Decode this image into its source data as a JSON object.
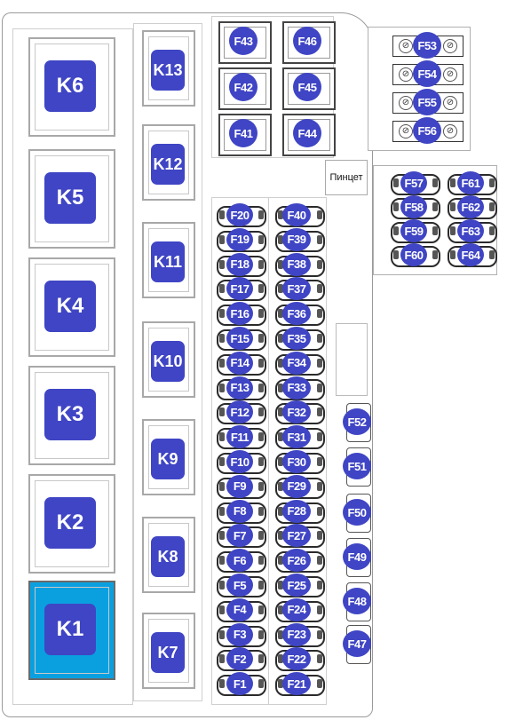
{
  "relays_large": [
    {
      "id": "K6",
      "active": false
    },
    {
      "id": "K5",
      "active": false
    },
    {
      "id": "K4",
      "active": false
    },
    {
      "id": "K3",
      "active": false
    },
    {
      "id": "K2",
      "active": false
    },
    {
      "id": "K1",
      "active": true
    }
  ],
  "relays_small": [
    "K13",
    "K12",
    "K11",
    "K10",
    "K9",
    "K8",
    "K7"
  ],
  "fuses_top": [
    [
      "F43",
      "F46"
    ],
    [
      "F42",
      "F45"
    ],
    [
      "F41",
      "F44"
    ]
  ],
  "fuses_cartridge": [
    "F53",
    "F54",
    "F55",
    "F56"
  ],
  "fuses_mini": [
    [
      "F57",
      "F61"
    ],
    [
      "F58",
      "F62"
    ],
    [
      "F59",
      "F63"
    ],
    [
      "F60",
      "F64"
    ]
  ],
  "fuses_left_column": [
    "F20",
    "F19",
    "F18",
    "F17",
    "F16",
    "F15",
    "F14",
    "F13",
    "F12",
    "F11",
    "F10",
    "F9",
    "F8",
    "F7",
    "F6",
    "F5",
    "F4",
    "F3",
    "F2",
    "F1"
  ],
  "fuses_right_column": [
    "F40",
    "F39",
    "F38",
    "F37",
    "F36",
    "F35",
    "F34",
    "F33",
    "F32",
    "F31",
    "F30",
    "F29",
    "F28",
    "F27",
    "F26",
    "F25",
    "F24",
    "F23",
    "F22",
    "F21"
  ],
  "fuses_vertical": [
    "F52",
    "F51",
    "F50",
    "F49",
    "F48",
    "F47"
  ],
  "tweezer_label": "Пинцет",
  "colors": {
    "label_fill": "#3f45c4",
    "active_relay": "#0aa0e0",
    "frame": "#a8a8a8"
  }
}
